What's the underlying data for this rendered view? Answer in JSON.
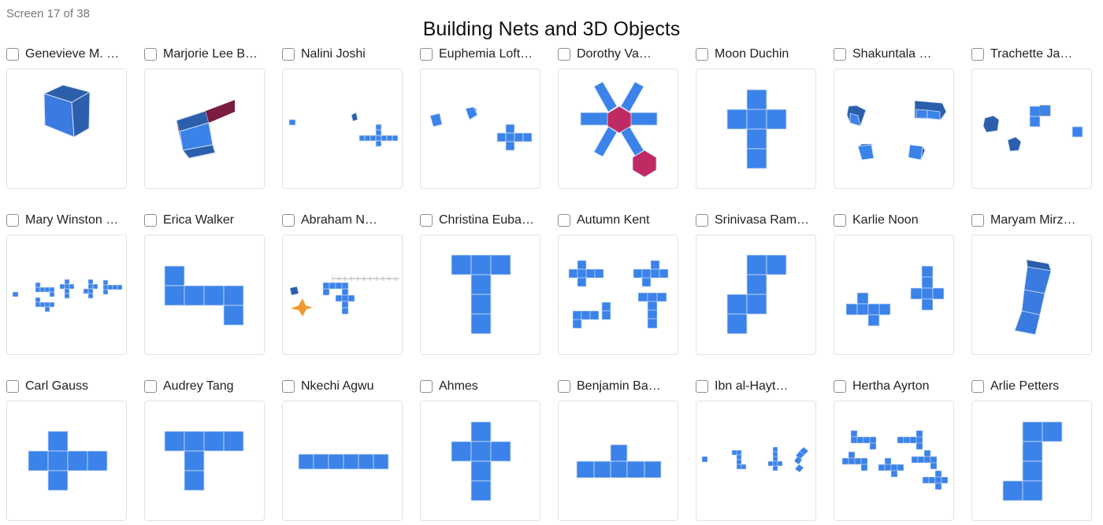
{
  "header": {
    "screen_counter": "Screen 17 of 38",
    "title": "Building Nets and 3D Objects"
  },
  "colors": {
    "face_blue": "#3b82e9",
    "face_dark_blue": "#2b5eab",
    "face_magenta": "#c02a63",
    "face_maroon": "#7a1c40",
    "face_orange": "#f0982f",
    "thumb_border": "#e2e2e2"
  },
  "students": [
    {
      "name": "Genevieve M. …",
      "checked": false,
      "thumbnail": "single-cube-3d"
    },
    {
      "name": "Marjorie Lee B…",
      "checked": false,
      "thumbnail": "partially-folded-net"
    },
    {
      "name": "Nalini Joshi",
      "checked": false,
      "thumbnail": "square-small-cube-and-long-cross-net"
    },
    {
      "name": "Euphemia Loft…",
      "checked": false,
      "thumbnail": "two-cubes-and-cross-net"
    },
    {
      "name": "Dorothy Va…",
      "checked": false,
      "thumbnail": "hexagonal-prism-net"
    },
    {
      "name": "Moon Duchin",
      "checked": false,
      "thumbnail": "cross-net"
    },
    {
      "name": "Shakuntala …",
      "checked": false,
      "thumbnail": "four-3d-objects"
    },
    {
      "name": "Trachette Ja…",
      "checked": false,
      "thumbnail": "two-cubes-and-squares"
    },
    {
      "name": "Mary Winston …",
      "checked": false,
      "thumbnail": "many-small-nets"
    },
    {
      "name": "Erica Walker",
      "checked": false,
      "thumbnail": "step-net"
    },
    {
      "name": "Abraham N…",
      "checked": false,
      "thumbnail": "cube-octahedron-net-with-ruler"
    },
    {
      "name": "Christina Euba…",
      "checked": false,
      "thumbnail": "t-net"
    },
    {
      "name": "Autumn Kent",
      "checked": false,
      "thumbnail": "four-small-nets"
    },
    {
      "name": "Srinivasa Ram…",
      "checked": false,
      "thumbnail": "staircase-net"
    },
    {
      "name": "Karlie Noon",
      "checked": false,
      "thumbnail": "two-cross-nets"
    },
    {
      "name": "Maryam Mirz…",
      "checked": false,
      "thumbnail": "folded-column"
    },
    {
      "name": "Carl Gauss",
      "checked": false,
      "thumbnail": "cross-net-horizontal"
    },
    {
      "name": "Audrey Tang",
      "checked": false,
      "thumbnail": "t-net-short"
    },
    {
      "name": "Nkechi Agwu",
      "checked": false,
      "thumbnail": "six-in-a-row"
    },
    {
      "name": "Ahmes",
      "checked": false,
      "thumbnail": "cross-net"
    },
    {
      "name": "Benjamin Ba…",
      "checked": false,
      "thumbnail": "five-row-with-bump"
    },
    {
      "name": "Ibn al-Hayt…",
      "checked": false,
      "thumbnail": "tiny-shapes"
    },
    {
      "name": "Hertha Ayrton",
      "checked": false,
      "thumbnail": "six-small-nets"
    },
    {
      "name": "Arlie Petters",
      "checked": false,
      "thumbnail": "j-net"
    }
  ]
}
